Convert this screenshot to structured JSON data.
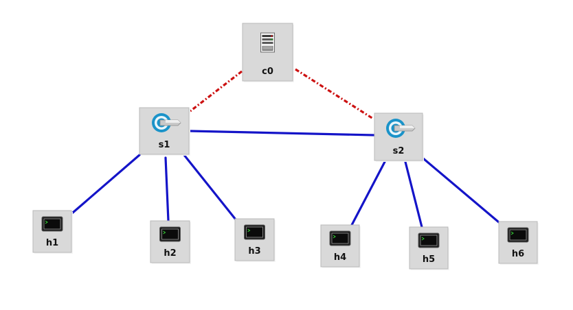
{
  "colors": {
    "data_link": "#1414c8",
    "control_link": "#cc1111"
  },
  "nodes": [
    {
      "id": "c0",
      "label": "c0",
      "kind": "controller",
      "icon": "controller-server-icon"
    },
    {
      "id": "s1",
      "label": "s1",
      "kind": "switch",
      "icon": "switch-icon"
    },
    {
      "id": "s2",
      "label": "s2",
      "kind": "switch",
      "icon": "switch-icon"
    },
    {
      "id": "h1",
      "label": "h1",
      "kind": "host",
      "icon": "host-terminal-icon"
    },
    {
      "id": "h2",
      "label": "h2",
      "kind": "host",
      "icon": "host-terminal-icon"
    },
    {
      "id": "h3",
      "label": "h3",
      "kind": "host",
      "icon": "host-terminal-icon"
    },
    {
      "id": "h4",
      "label": "h4",
      "kind": "host",
      "icon": "host-terminal-icon"
    },
    {
      "id": "h5",
      "label": "h5",
      "kind": "host",
      "icon": "host-terminal-icon"
    },
    {
      "id": "h6",
      "label": "h6",
      "kind": "host",
      "icon": "host-terminal-icon"
    }
  ],
  "links": [
    {
      "from": "c0",
      "to": "s1",
      "type": "control"
    },
    {
      "from": "c0",
      "to": "s2",
      "type": "control"
    },
    {
      "from": "s1",
      "to": "s2",
      "type": "data"
    },
    {
      "from": "s1",
      "to": "h1",
      "type": "data"
    },
    {
      "from": "s1",
      "to": "h2",
      "type": "data"
    },
    {
      "from": "s1",
      "to": "h3",
      "type": "data"
    },
    {
      "from": "s2",
      "to": "h4",
      "type": "data"
    },
    {
      "from": "s2",
      "to": "h5",
      "type": "data"
    },
    {
      "from": "s2",
      "to": "h6",
      "type": "data"
    }
  ]
}
